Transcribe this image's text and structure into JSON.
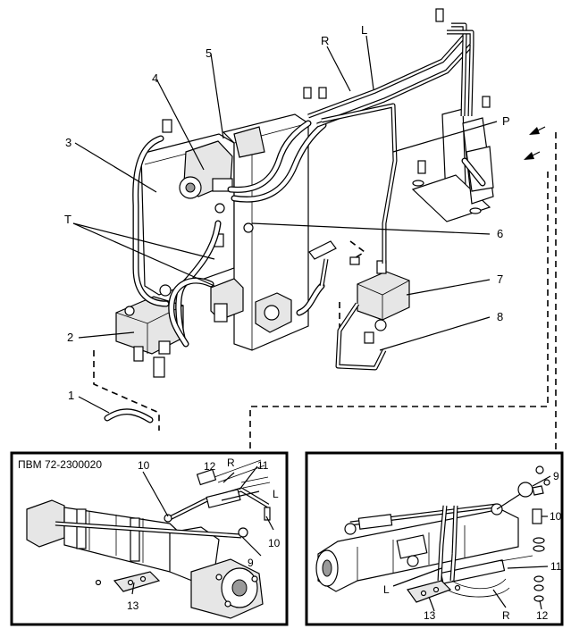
{
  "callouts": {
    "n1": "1",
    "n2": "2",
    "n3": "3",
    "n4": "4",
    "n5": "5",
    "n6": "6",
    "n7": "7",
    "n8": "8",
    "T": "T",
    "R": "R",
    "L": "L",
    "P": "P"
  },
  "inset_left": {
    "title": "ПВМ 72-2300020",
    "n10": "10",
    "n12": "12",
    "R": "R",
    "n11": "11",
    "L": "L",
    "n10b": "10",
    "n9": "9",
    "n13": "13"
  },
  "inset_right": {
    "n9": "9",
    "n10": "10",
    "n11": "11",
    "L": "L",
    "n13": "13",
    "R": "R",
    "n12": "12"
  }
}
